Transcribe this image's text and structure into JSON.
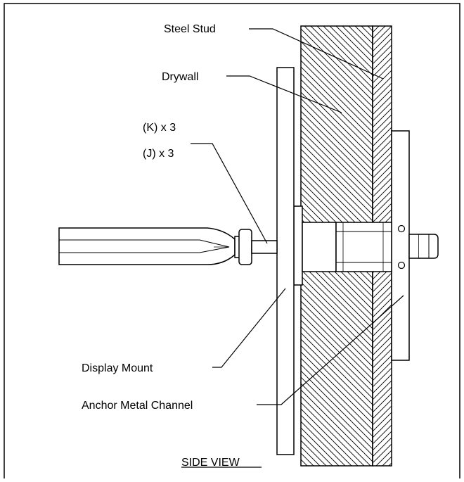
{
  "labels": {
    "steel_stud": "Steel Stud",
    "drywall": "Drywall",
    "k_count": "(K) x 3",
    "j_count": "(J) x 3",
    "display_mount": "Display Mount",
    "anchor_metal_channel": "Anchor Metal Channel",
    "view_title": "SIDE VIEW"
  }
}
